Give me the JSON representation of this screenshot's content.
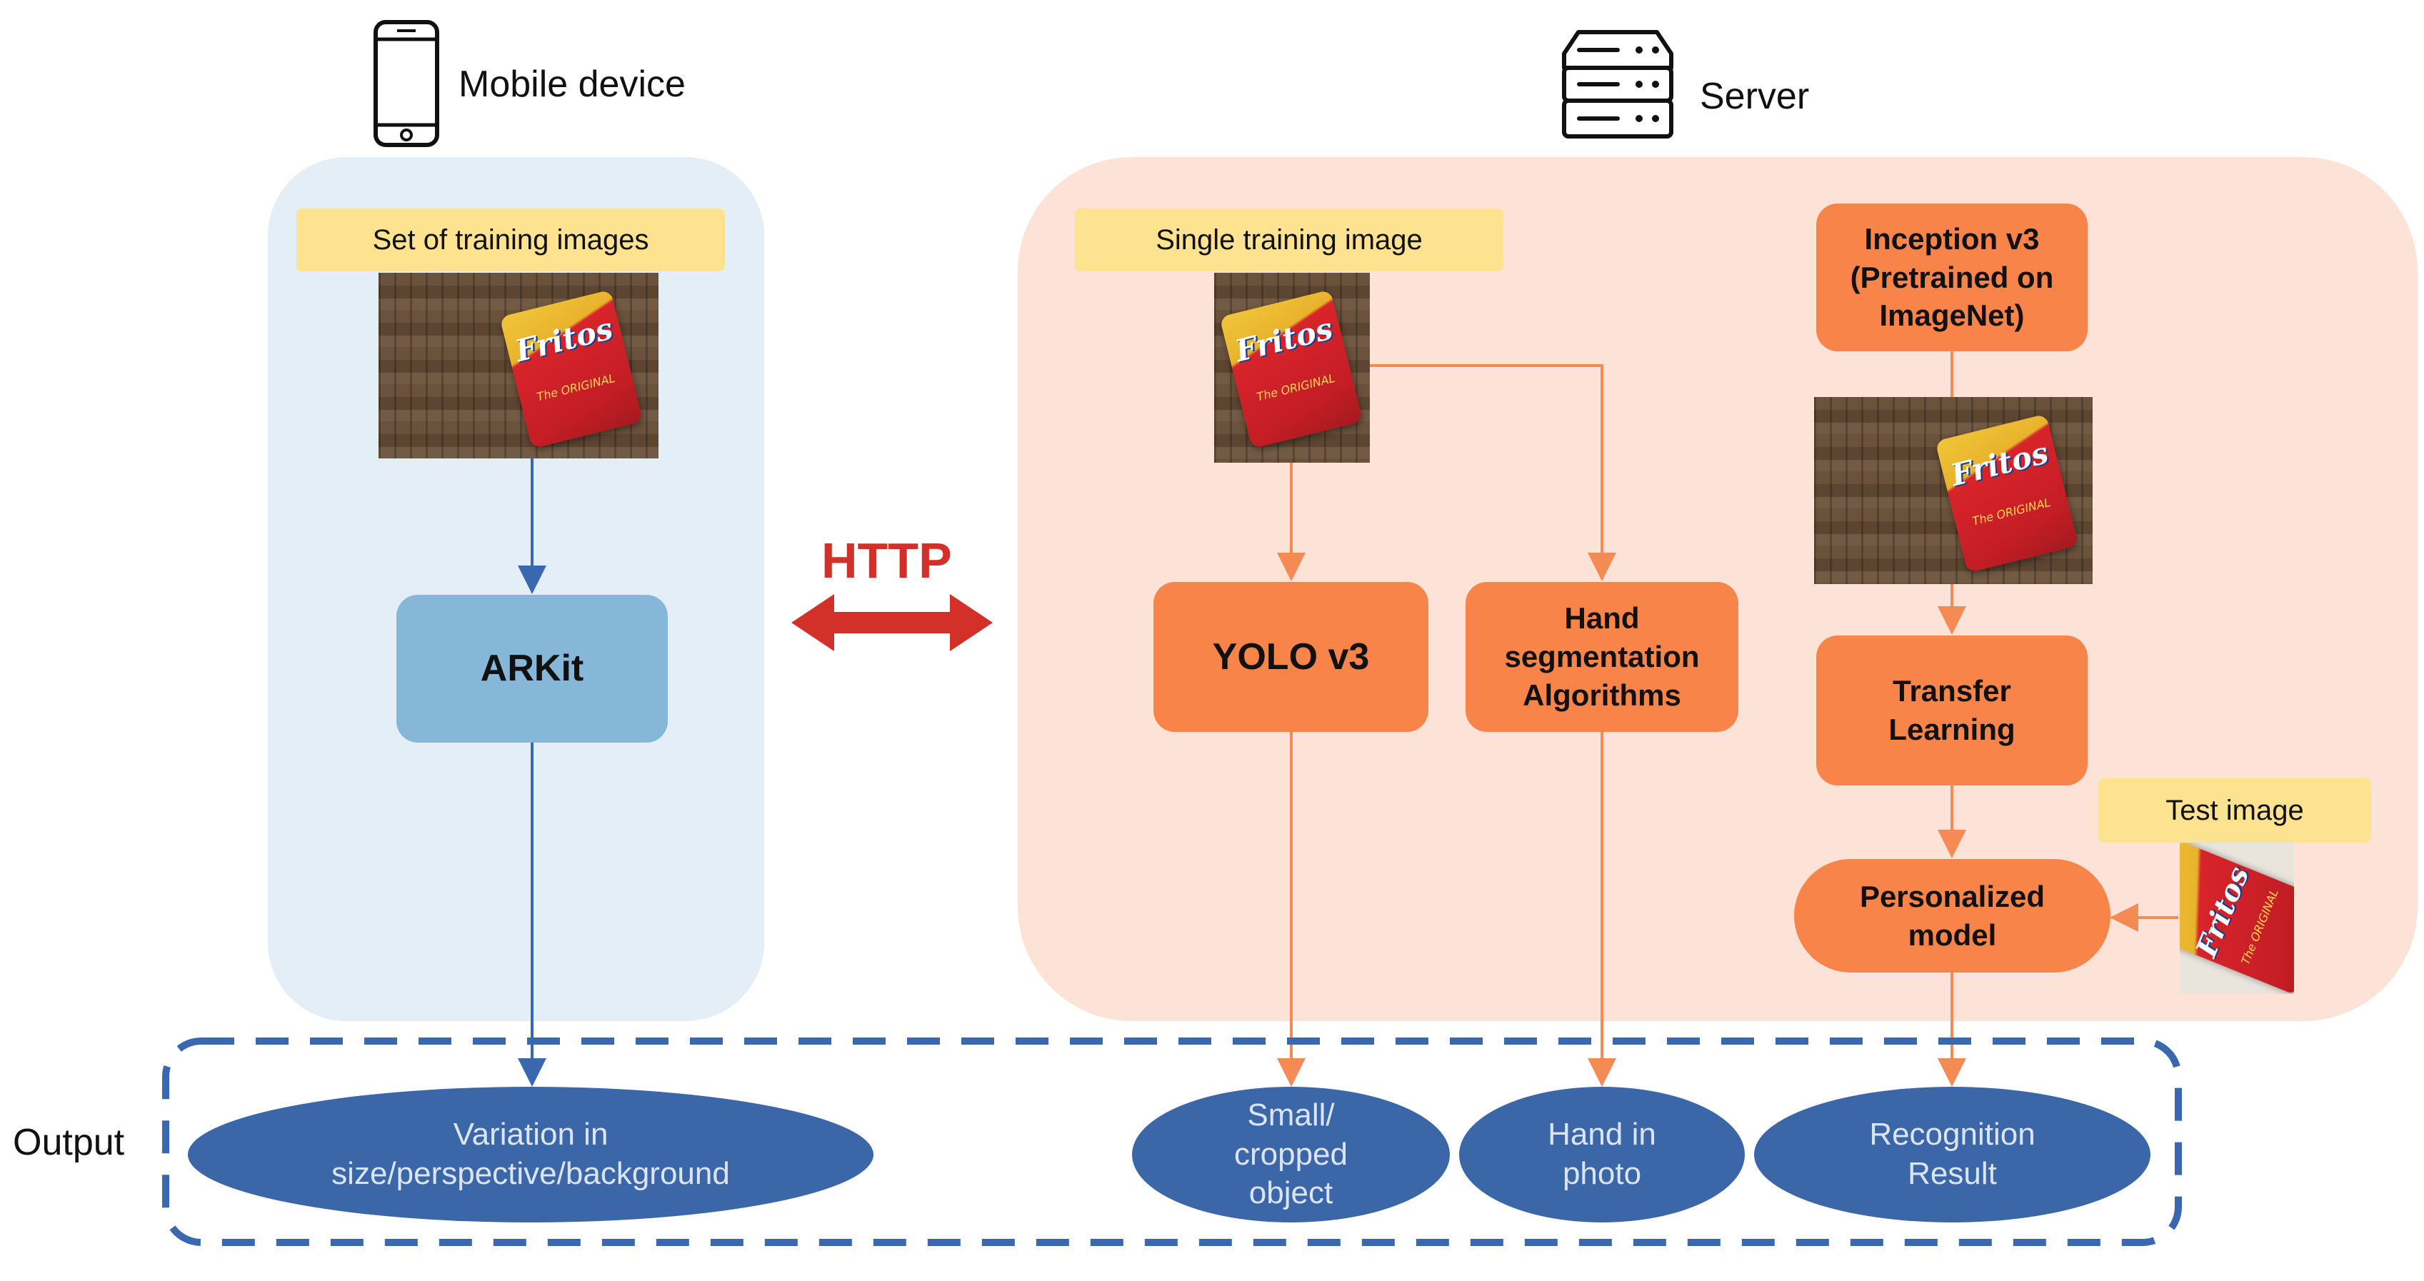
{
  "headers": {
    "mobile": "Mobile device",
    "server": "Server",
    "output": "Output"
  },
  "protocol": {
    "label": "HTTP",
    "color": "#d3302a"
  },
  "tags": {
    "training_set": "Set of training images",
    "single_training": "Single training image",
    "test": "Test image"
  },
  "boxes": {
    "arkit": "ARKit",
    "yolo": "YOLO v3",
    "hand_segmentation": "Hand segmentation Algorithms",
    "inception": "Inception v3 (Pretrained on ImageNet)",
    "transfer_learning": "Transfer Learning",
    "personalized_model": "Personalized model"
  },
  "outputs": {
    "variation": "Variation in size/perspective/background",
    "small_object": "Small/ cropped object",
    "hand_in_photo": "Hand in photo",
    "recognition": "Recognition Result"
  },
  "photo": {
    "brand": "Fritos",
    "sub": "The ORIGINAL"
  },
  "icons": {
    "mobile": "smartphone-icon",
    "server": "server-rack-icon"
  },
  "colors": {
    "mobile_panel": "#e3eef7",
    "server_panel": "#fde3d7",
    "blue_box": "#86b7d8",
    "orange_box": "#f9844a",
    "tag": "#fde28f",
    "output_ellipse": "#3b67a8",
    "blue_arrow": "#3a68b0",
    "orange_arrow": "#f48a54"
  }
}
